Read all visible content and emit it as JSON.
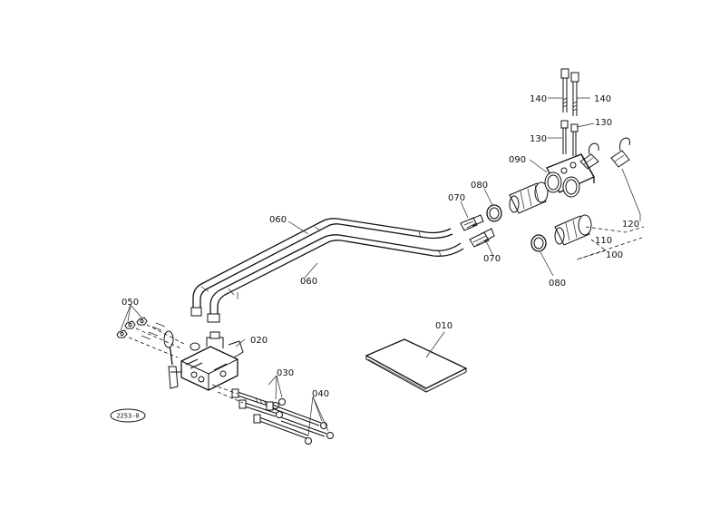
{
  "diagram": {
    "callouts": {
      "c010": "010",
      "c020": "020",
      "c030": "030",
      "c040": "040",
      "c050": "050",
      "c060a": "060",
      "c060b": "060",
      "c070a": "070",
      "c070b": "070",
      "c080a": "080",
      "c080b": "080",
      "c090": "090",
      "c100": "100",
      "c110": "110",
      "c120": "120",
      "c130a": "130",
      "c130b": "130",
      "c140a": "140",
      "c140b": "140"
    },
    "stamp": "2253-0"
  }
}
